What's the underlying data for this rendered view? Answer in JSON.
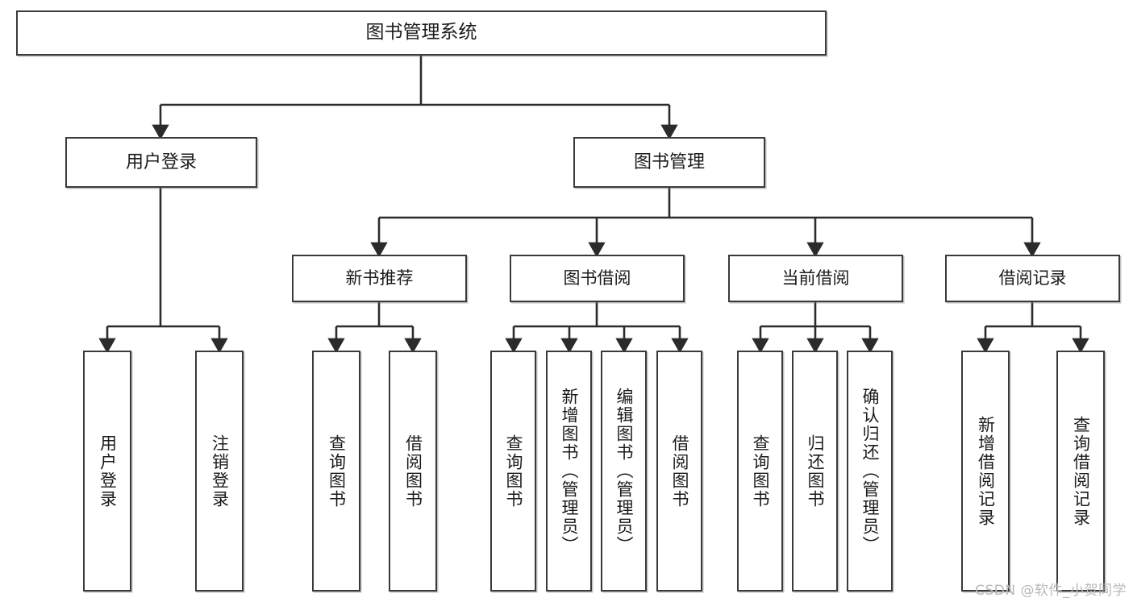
{
  "diagram": {
    "type": "tree-hierarchy",
    "title": "图书管理系统",
    "watermark": "CSDN @软件_小贺同学",
    "colors": {
      "box_border": "#3a3a3a",
      "box_fill": "#ffffff",
      "edge": "#2b2b2b",
      "text": "#1b1b1b",
      "watermark": "#b9b9b9",
      "background": "#ffffff"
    },
    "root": {
      "id": "root",
      "label": "图书管理系统"
    },
    "level1": [
      {
        "id": "user-login",
        "label": "用户登录"
      },
      {
        "id": "book-management",
        "label": "图书管理"
      }
    ],
    "level2": [
      {
        "id": "new-book-recommend",
        "label": "新书推荐",
        "parent": "book-management"
      },
      {
        "id": "book-borrow",
        "label": "图书借阅",
        "parent": "book-management"
      },
      {
        "id": "current-borrow",
        "label": "当前借阅",
        "parent": "book-management"
      },
      {
        "id": "borrow-record",
        "label": "借阅记录",
        "parent": "book-management"
      }
    ],
    "leaves": {
      "user-login": [
        {
          "id": "leaf-user-login",
          "label": "用户登录"
        },
        {
          "id": "leaf-logout-login",
          "label": "注销登录"
        }
      ],
      "new-book-recommend": [
        {
          "id": "leaf-query-book-1",
          "label": "查询图书"
        },
        {
          "id": "leaf-borrow-book-1",
          "label": "借阅图书"
        }
      ],
      "book-borrow": [
        {
          "id": "leaf-query-book-2",
          "label": "查询图书"
        },
        {
          "id": "leaf-add-book-admin",
          "label": "新增图书（管理员）"
        },
        {
          "id": "leaf-edit-book-admin",
          "label": "编辑图书（管理员）"
        },
        {
          "id": "leaf-borrow-book-2",
          "label": "借阅图书"
        }
      ],
      "current-borrow": [
        {
          "id": "leaf-query-book-3",
          "label": "查询图书"
        },
        {
          "id": "leaf-return-book",
          "label": "归还图书"
        },
        {
          "id": "leaf-confirm-return-admin",
          "label": "确认归还（管理员）"
        }
      ],
      "borrow-record": [
        {
          "id": "leaf-add-borrow-record",
          "label": "新增借阅记录"
        },
        {
          "id": "leaf-query-borrow-record",
          "label": "查询借阅记录"
        }
      ]
    }
  }
}
